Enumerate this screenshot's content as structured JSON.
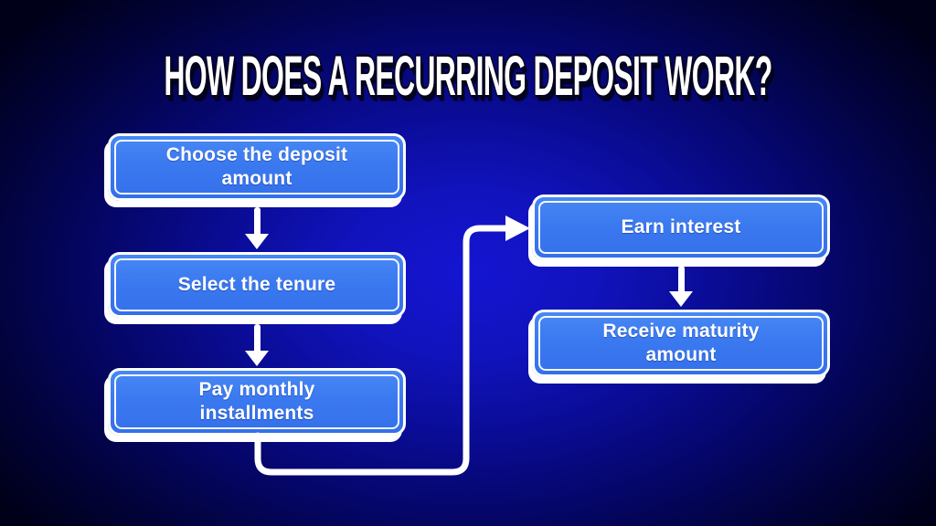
{
  "title": "HOW DOES A RECURRING DEPOSIT WORK?",
  "flow": {
    "left_steps": [
      {
        "label": "Choose the deposit amount"
      },
      {
        "label": "Select the tenure"
      },
      {
        "label": "Pay monthly installments"
      }
    ],
    "right_steps": [
      {
        "label": "Earn interest"
      },
      {
        "label": "Receive maturity amount"
      }
    ]
  },
  "icons": {
    "down_arrow": "↓",
    "elbow_connector_arrow": "→"
  },
  "colors": {
    "background_center": "#1515d2",
    "background_edge": "#000018",
    "box_fill": "#3b79f0",
    "box_border": "#ffffff",
    "box_shadow": "#ffffff",
    "arrow": "#ffffff",
    "title_text": "#ffffff",
    "title_shadow": "#04041c",
    "box_text": "#ffffff"
  }
}
